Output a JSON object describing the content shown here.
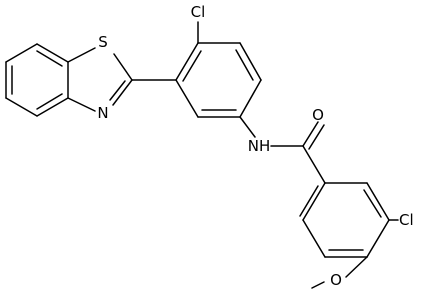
{
  "atoms": {
    "s": {
      "label": "S"
    },
    "n_thiazole": {
      "label": "N"
    },
    "cl_top": {
      "label": "Cl"
    },
    "nh": {
      "label": "NH"
    },
    "o_carbonyl": {
      "label": "O"
    },
    "cl_right": {
      "label": "Cl"
    },
    "o_methoxy": {
      "label": "O"
    }
  }
}
